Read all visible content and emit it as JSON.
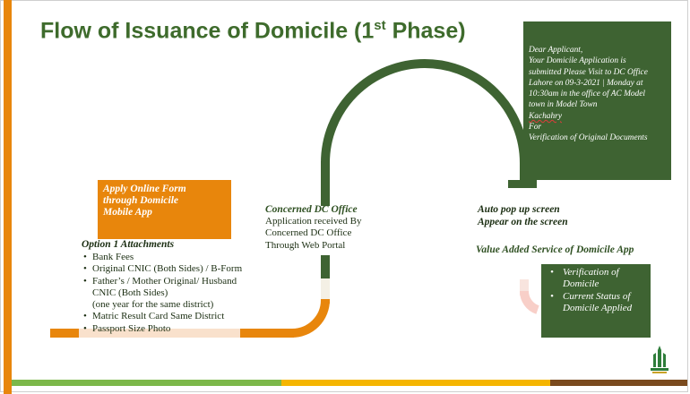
{
  "slide": {
    "title_main": "Flow of Issuance of Domicile (1",
    "title_sup": "st",
    "title_end": " Phase)"
  },
  "notice": {
    "lines": [
      "Dear Applicant,",
      "Your Domicile Application is",
      "submitted Please Visit to DC Office",
      "Lahore on 09-3-2021 | Monday  at",
      "10:30am in the office of AC Model",
      "town in Model Town ",
      "Kachahry",
      " For",
      "Verification of Original Documents"
    ]
  },
  "step1": {
    "box_lines": [
      "Apply Online Form",
      "through Domicile",
      "Mobile App"
    ],
    "attachments_title": "Option 1 Attachments",
    "attachments": [
      "Bank Fees",
      "Original CNIC (Both Sides) / B-Form",
      "Father’s / Mother Original/ Husband  CNIC (Both Sides)",
      "(one year for the same district)",
      "Matric Result Card Same District",
      "Passport Size Photo"
    ]
  },
  "step2": {
    "title": "Concerned DC Office",
    "lines": [
      "Application received By",
      "Concerned DC Office",
      "Through Web Portal"
    ]
  },
  "step3": {
    "popup_lines": [
      "Auto pop up screen",
      "Appear on the screen"
    ],
    "vas_title": "Value Added Service of Domicile App",
    "vas_items": [
      "Verification of Domicile",
      "Current Status of Domicile Applied"
    ]
  },
  "colors": {
    "green": "#3E6332",
    "orange": "#E8860C",
    "peach": "#F9E1CC",
    "pink": "#F8CFC8",
    "light_green": "#7CB84A",
    "amber": "#F5B500",
    "brown": "#7A4A1E"
  },
  "icons": {
    "logo": "building-emblem-icon"
  }
}
